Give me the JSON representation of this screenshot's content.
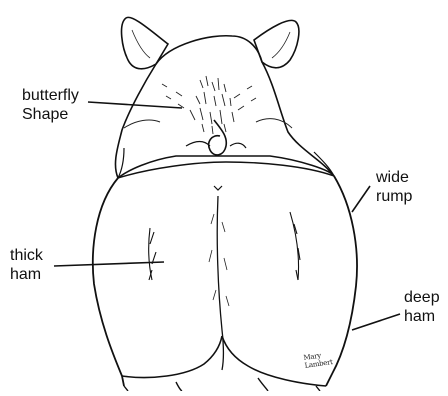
{
  "diagram": {
    "labels": {
      "butterfly": {
        "line1": "butterfly",
        "line2": "Shape"
      },
      "wide": {
        "line1": "wide",
        "line2": "rump"
      },
      "thick": {
        "line1": "thick",
        "line2": "ham"
      },
      "deep": {
        "line1": "deep",
        "line2": "ham"
      }
    },
    "signature": {
      "line1": "Mary",
      "line2": "Lambert"
    }
  },
  "colors": {
    "ink": "#111111",
    "background": "#ffffff"
  }
}
